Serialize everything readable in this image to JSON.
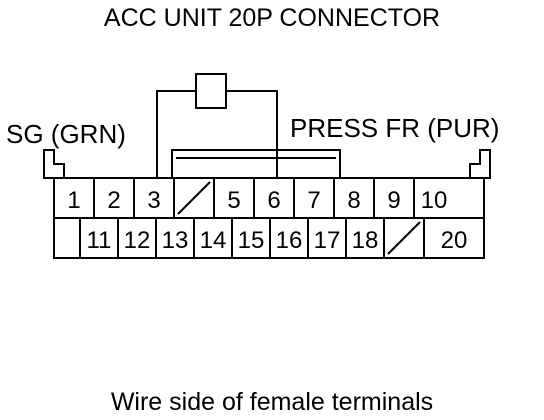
{
  "title": "ACC UNIT 20P CONNECTOR",
  "probe_labels": {
    "left": "SG (GRN)",
    "right": "PRESS FR (PUR)"
  },
  "footer": "Wire side of female terminals",
  "connector": {
    "row1": [
      "1",
      "2",
      "3",
      "",
      "5",
      "6",
      "7",
      "8",
      "9",
      "10"
    ],
    "row2": [
      "",
      "11",
      "12",
      "13",
      "14",
      "15",
      "16",
      "17",
      "18",
      "",
      "20"
    ],
    "empty_cavities": [
      "4",
      "19"
    ],
    "probed_terminals": [
      "3",
      "6"
    ]
  },
  "colors": {
    "line": "#000000",
    "background": "#ffffff"
  }
}
